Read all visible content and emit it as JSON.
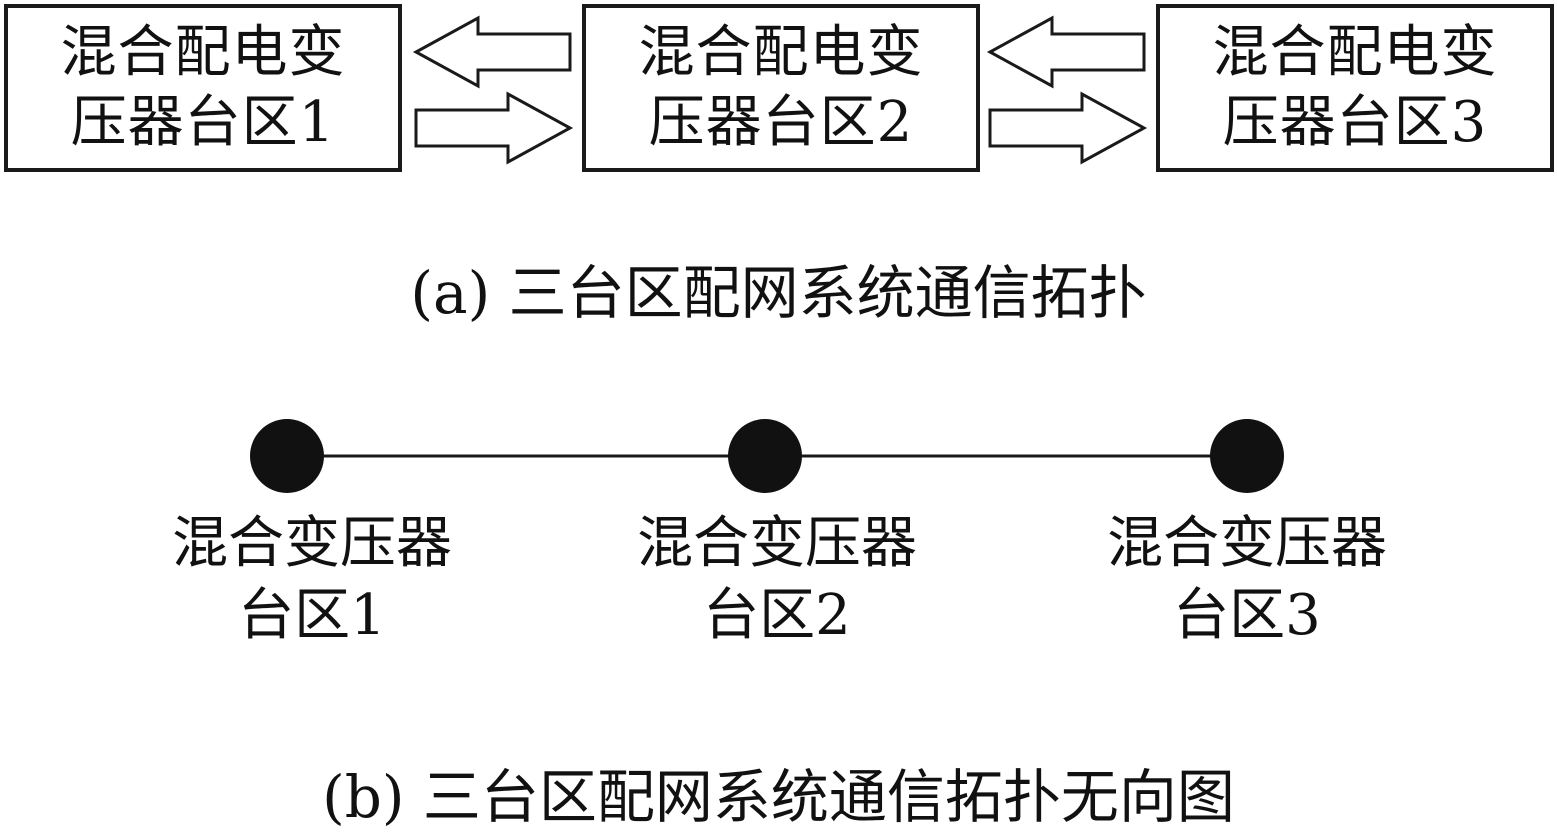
{
  "figure_a": {
    "boxes": [
      {
        "line1": "混合配电变",
        "line2": "压器台区1"
      },
      {
        "line1": "混合配电变",
        "line2": "压器台区2"
      },
      {
        "line1": "混合配电变",
        "line2": "压器台区3"
      }
    ],
    "caption": "(a) 三台区配网系统通信拓扑"
  },
  "figure_b": {
    "nodes": [
      {
        "line1": "混合变压器",
        "line2": "台区1"
      },
      {
        "line1": "混合变压器",
        "line2": "台区2"
      },
      {
        "line1": "混合变压器",
        "line2": "台区3"
      }
    ],
    "edges": [
      [
        0,
        1
      ],
      [
        1,
        2
      ]
    ],
    "caption": "(b) 三台区配网系统通信拓扑无向图"
  },
  "colors": {
    "stroke": "#1a1a1a",
    "node_fill": "#111111",
    "background": "#ffffff"
  }
}
